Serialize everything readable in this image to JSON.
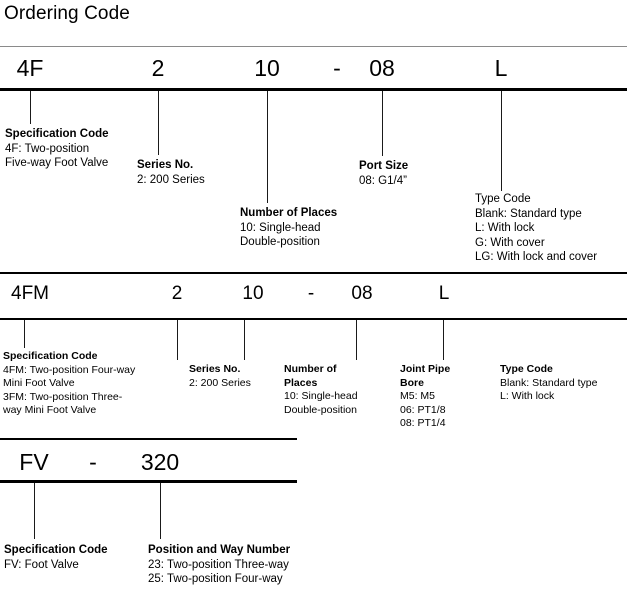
{
  "page": {
    "title": "Ordering Code"
  },
  "sections": [
    {
      "id": "section-4f",
      "code_cells": [
        {
          "text": "4F"
        },
        {
          "text": "2"
        },
        {
          "text": "10"
        },
        {
          "text": "-"
        },
        {
          "text": "08"
        },
        {
          "text": "L"
        }
      ],
      "notes": [
        {
          "heading": "Specification Code",
          "heading_bold": true,
          "lines": [
            "4F: Two-position",
            "Five-way Foot Valve"
          ]
        },
        {
          "heading": "Series No.",
          "heading_bold": true,
          "lines": [
            "2: 200 Series"
          ]
        },
        {
          "heading": "Number of Places",
          "heading_bold": true,
          "lines": [
            "10: Single-head",
            "Double-position"
          ]
        },
        {
          "heading": "Port Size",
          "heading_bold": true,
          "lines": [
            "08: G1/4”"
          ]
        },
        {
          "heading": "Type Code",
          "heading_bold": false,
          "lines": [
            "Blank: Standard type",
            "L: With lock",
            "G: With cover",
            "LG: With lock and cover"
          ]
        }
      ]
    },
    {
      "id": "section-4fm",
      "code_cells": [
        {
          "text": "4FM"
        },
        {
          "text": "2"
        },
        {
          "text": "10"
        },
        {
          "text": "-"
        },
        {
          "text": "08"
        },
        {
          "text": "L"
        }
      ],
      "notes": [
        {
          "heading": "Specification Code",
          "heading_bold": true,
          "lines": [
            "4FM: Two-position Four-way",
            "Mini Foot Valve",
            "3FM: Two-position Three-",
            "way Mini Foot Valve"
          ]
        },
        {
          "heading": "Series No.",
          "heading_bold": true,
          "lines": [
            "2: 200 Series"
          ]
        },
        {
          "heading": "Number of",
          "heading2": "Places",
          "heading_bold": true,
          "lines": [
            "10: Single-head",
            "Double-position"
          ]
        },
        {
          "heading": "Joint Pipe",
          "heading2": "Bore",
          "heading_bold": true,
          "lines": [
            "M5: M5",
            "06: PT1/8",
            "08: PT1/4"
          ]
        },
        {
          "heading": "Type Code",
          "heading_bold": true,
          "lines": [
            "Blank: Standard type",
            "L: With lock"
          ]
        }
      ]
    },
    {
      "id": "section-fv",
      "code_cells": [
        {
          "text": "FV"
        },
        {
          "text": "-"
        },
        {
          "text": "320"
        }
      ],
      "notes": [
        {
          "heading": "Specification Code",
          "heading_bold": true,
          "lines": [
            "FV: Foot Valve"
          ]
        },
        {
          "heading": "Position and Way Number",
          "heading_bold": true,
          "lines": [
            "23: Two-position Three-way",
            "25: Two-position Four-way"
          ]
        }
      ]
    }
  ]
}
